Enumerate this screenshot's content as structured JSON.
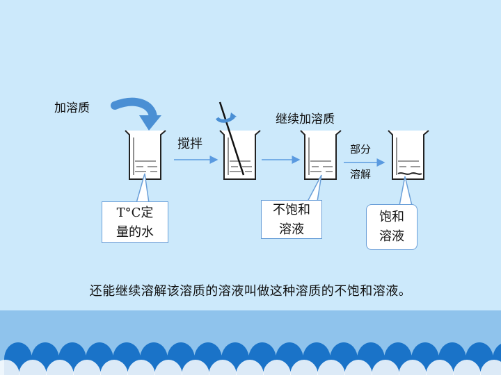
{
  "labels": {
    "add_solute": "加溶质",
    "stir": "搅拌",
    "continue_add": "继续加溶质",
    "partial_1": "部分",
    "partial_2": "溶解"
  },
  "callouts": {
    "water_line1": "T°C定",
    "water_line2": "量的水",
    "unsat_line1": "不饱和",
    "unsat_line2": "溶液",
    "sat_line1": "饱和",
    "sat_line2": "溶液"
  },
  "sentence": "还能继续溶解该溶质的溶液叫做这种溶质的不饱和溶液。",
  "colors": {
    "background": "#cce9fb",
    "arrow": "#4a8fd4",
    "callout_border": "#6a9fd8",
    "footer": "#8fc3ec",
    "waves": "#1a73c8"
  }
}
